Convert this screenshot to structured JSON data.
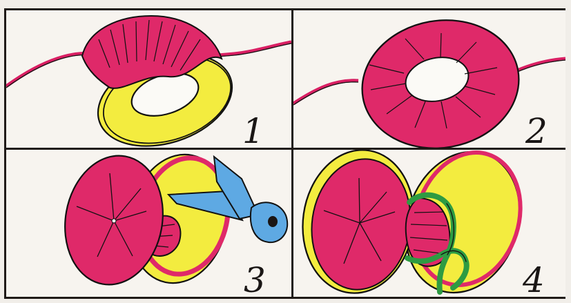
{
  "steps": [
    {
      "number": "1"
    },
    {
      "number": "2"
    },
    {
      "number": "3"
    },
    {
      "number": "4"
    }
  ],
  "colors": {
    "yarn": "#e0276a",
    "cardboard": "#f3ec3f",
    "scissors": "#5ea9e3",
    "tie_thread": "#2e9b42",
    "outline": "#1a1514"
  },
  "icons": [
    "pompom-ring-icon",
    "scissors-icon",
    "thread-knot-icon"
  ]
}
